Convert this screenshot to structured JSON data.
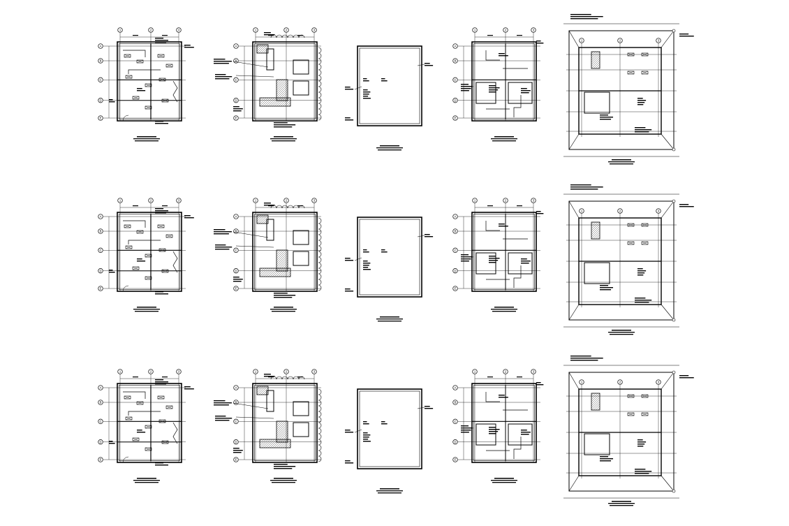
{
  "sheet": {
    "background": "#ffffff",
    "ink": "#000000"
  },
  "plans": {
    "rows": [
      {
        "row": 1,
        "sheets": [
          {
            "type": "power",
            "grid_columns": [
              "1",
              "2",
              "3"
            ],
            "grid_rows": [
              "A",
              "B",
              "C",
              "D",
              "E"
            ]
          },
          {
            "type": "detail",
            "grid_columns": [
              "1",
              "2",
              "3"
            ],
            "grid_rows": [
              "A",
              "B",
              "C",
              "D",
              "E"
            ]
          },
          {
            "type": "enlarged",
            "grid_columns": [],
            "grid_rows": []
          },
          {
            "type": "lighting",
            "grid_columns": [
              "1",
              "2",
              "3"
            ],
            "grid_rows": [
              "A",
              "B",
              "C",
              "D",
              "E"
            ]
          },
          {
            "type": "roof",
            "grid_columns": [
              "1",
              "2",
              "3"
            ],
            "grid_rows": [
              "A",
              "B",
              "C",
              "D",
              "E"
            ]
          }
        ]
      },
      {
        "row": 2,
        "sheets": [
          {
            "type": "power",
            "grid_columns": [
              "1",
              "2",
              "3"
            ],
            "grid_rows": [
              "A",
              "B",
              "C",
              "D",
              "E"
            ]
          },
          {
            "type": "detail",
            "grid_columns": [
              "1",
              "2",
              "3"
            ],
            "grid_rows": [
              "A",
              "B",
              "C",
              "D",
              "E"
            ]
          },
          {
            "type": "enlarged",
            "grid_columns": [],
            "grid_rows": []
          },
          {
            "type": "lighting",
            "grid_columns": [
              "1",
              "2",
              "3"
            ],
            "grid_rows": [
              "A",
              "B",
              "C",
              "D",
              "E"
            ]
          },
          {
            "type": "roof",
            "grid_columns": [
              "1",
              "2",
              "3"
            ],
            "grid_rows": [
              "A",
              "B",
              "C",
              "D",
              "E"
            ]
          }
        ]
      },
      {
        "row": 3,
        "sheets": [
          {
            "type": "power",
            "grid_columns": [
              "1",
              "2",
              "3"
            ],
            "grid_rows": [
              "A",
              "B",
              "C",
              "D",
              "E"
            ]
          },
          {
            "type": "detail",
            "grid_columns": [
              "1",
              "2",
              "3"
            ],
            "grid_rows": [
              "A",
              "B",
              "C",
              "D",
              "E"
            ]
          },
          {
            "type": "enlarged",
            "grid_columns": [],
            "grid_rows": []
          },
          {
            "type": "lighting",
            "grid_columns": [
              "1",
              "2",
              "3"
            ],
            "grid_rows": [
              "A",
              "B",
              "C",
              "D",
              "E"
            ]
          },
          {
            "type": "roof",
            "grid_columns": [
              "1",
              "2",
              "3"
            ],
            "grid_rows": [
              "A",
              "B",
              "C",
              "D",
              "E"
            ]
          }
        ]
      }
    ]
  }
}
